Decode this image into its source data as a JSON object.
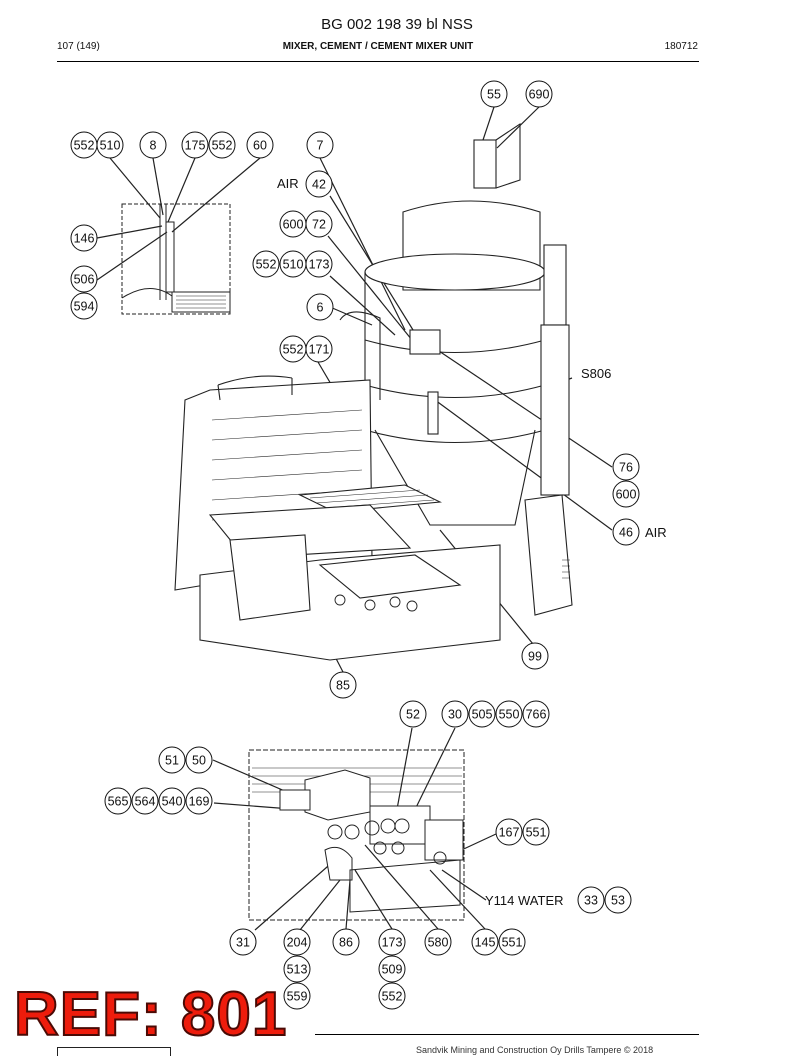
{
  "header": {
    "doc_id": "BG 002 198 39 bl NSS",
    "page": "107 (149)",
    "section": "MIXER, CEMENT / CEMENT MIXER UNIT",
    "date_code": "180712"
  },
  "labels": {
    "air_top": "AIR",
    "air_right": "AIR",
    "s806": "S806",
    "y114": "Y114 WATER"
  },
  "callouts": {
    "c55": "55",
    "c690": "690",
    "c552a": "552",
    "c510a": "510",
    "c8": "8",
    "c175": "175",
    "c552b": "552",
    "c60": "60",
    "c7": "7",
    "c42": "42",
    "c146": "146",
    "c600a": "600",
    "c72": "72",
    "c506": "506",
    "c594": "594",
    "c552c": "552",
    "c510b": "510",
    "c173a": "173",
    "c6": "6",
    "c552d": "552",
    "c171": "171",
    "c76": "76",
    "c600b": "600",
    "c46": "46",
    "c99": "99",
    "c85": "85",
    "c52": "52",
    "c30": "30",
    "c505": "505",
    "c550": "550",
    "c766": "766",
    "c51": "51",
    "c50": "50",
    "c565": "565",
    "c564": "564",
    "c540": "540",
    "c169": "169",
    "c167": "167",
    "c551a": "551",
    "c33": "33",
    "c53": "53",
    "c31": "31",
    "c204": "204",
    "c86": "86",
    "c173b": "173",
    "c580": "580",
    "c145": "145",
    "c551b": "551",
    "c513": "513",
    "c509": "509",
    "c559": "559",
    "c552e": "552"
  },
  "footer": {
    "ref": "REF: 801",
    "copyright": "Sandvik Mining and Construction Oy Drills Tampere © 2018"
  }
}
